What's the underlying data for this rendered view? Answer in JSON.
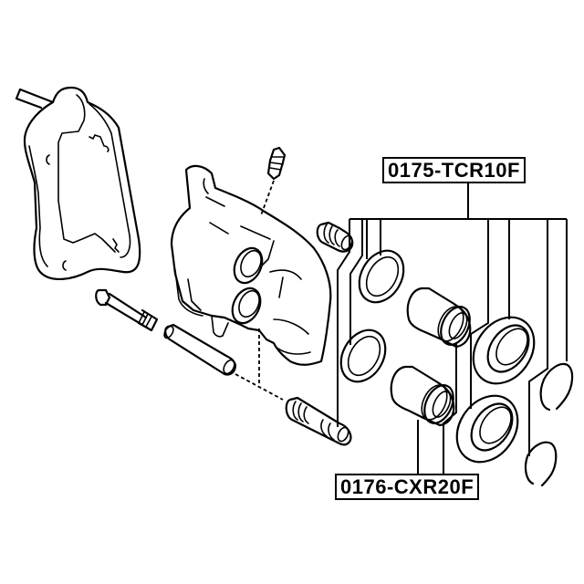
{
  "diagram": {
    "title": "Brake caliper assembly exploded view",
    "labels": {
      "upper_kit": "0175-TCR10F",
      "lower_kit": "0176-CXR20F"
    },
    "parts": [
      {
        "name": "caliper-mounting-bracket"
      },
      {
        "name": "bleeder-screw"
      },
      {
        "name": "caliper-housing"
      },
      {
        "name": "guide-pin-bolt"
      },
      {
        "name": "guide-pin"
      },
      {
        "name": "guide-pin-boot-upper"
      },
      {
        "name": "guide-pin-boot-lower"
      },
      {
        "name": "piston-seal-upper"
      },
      {
        "name": "piston-seal-lower"
      },
      {
        "name": "piston-upper"
      },
      {
        "name": "piston-lower"
      },
      {
        "name": "dust-boot-upper"
      },
      {
        "name": "dust-boot-lower"
      },
      {
        "name": "retaining-ring-upper"
      },
      {
        "name": "retaining-ring-lower"
      }
    ],
    "colors": {
      "line": "#000000",
      "background": "#ffffff"
    }
  }
}
